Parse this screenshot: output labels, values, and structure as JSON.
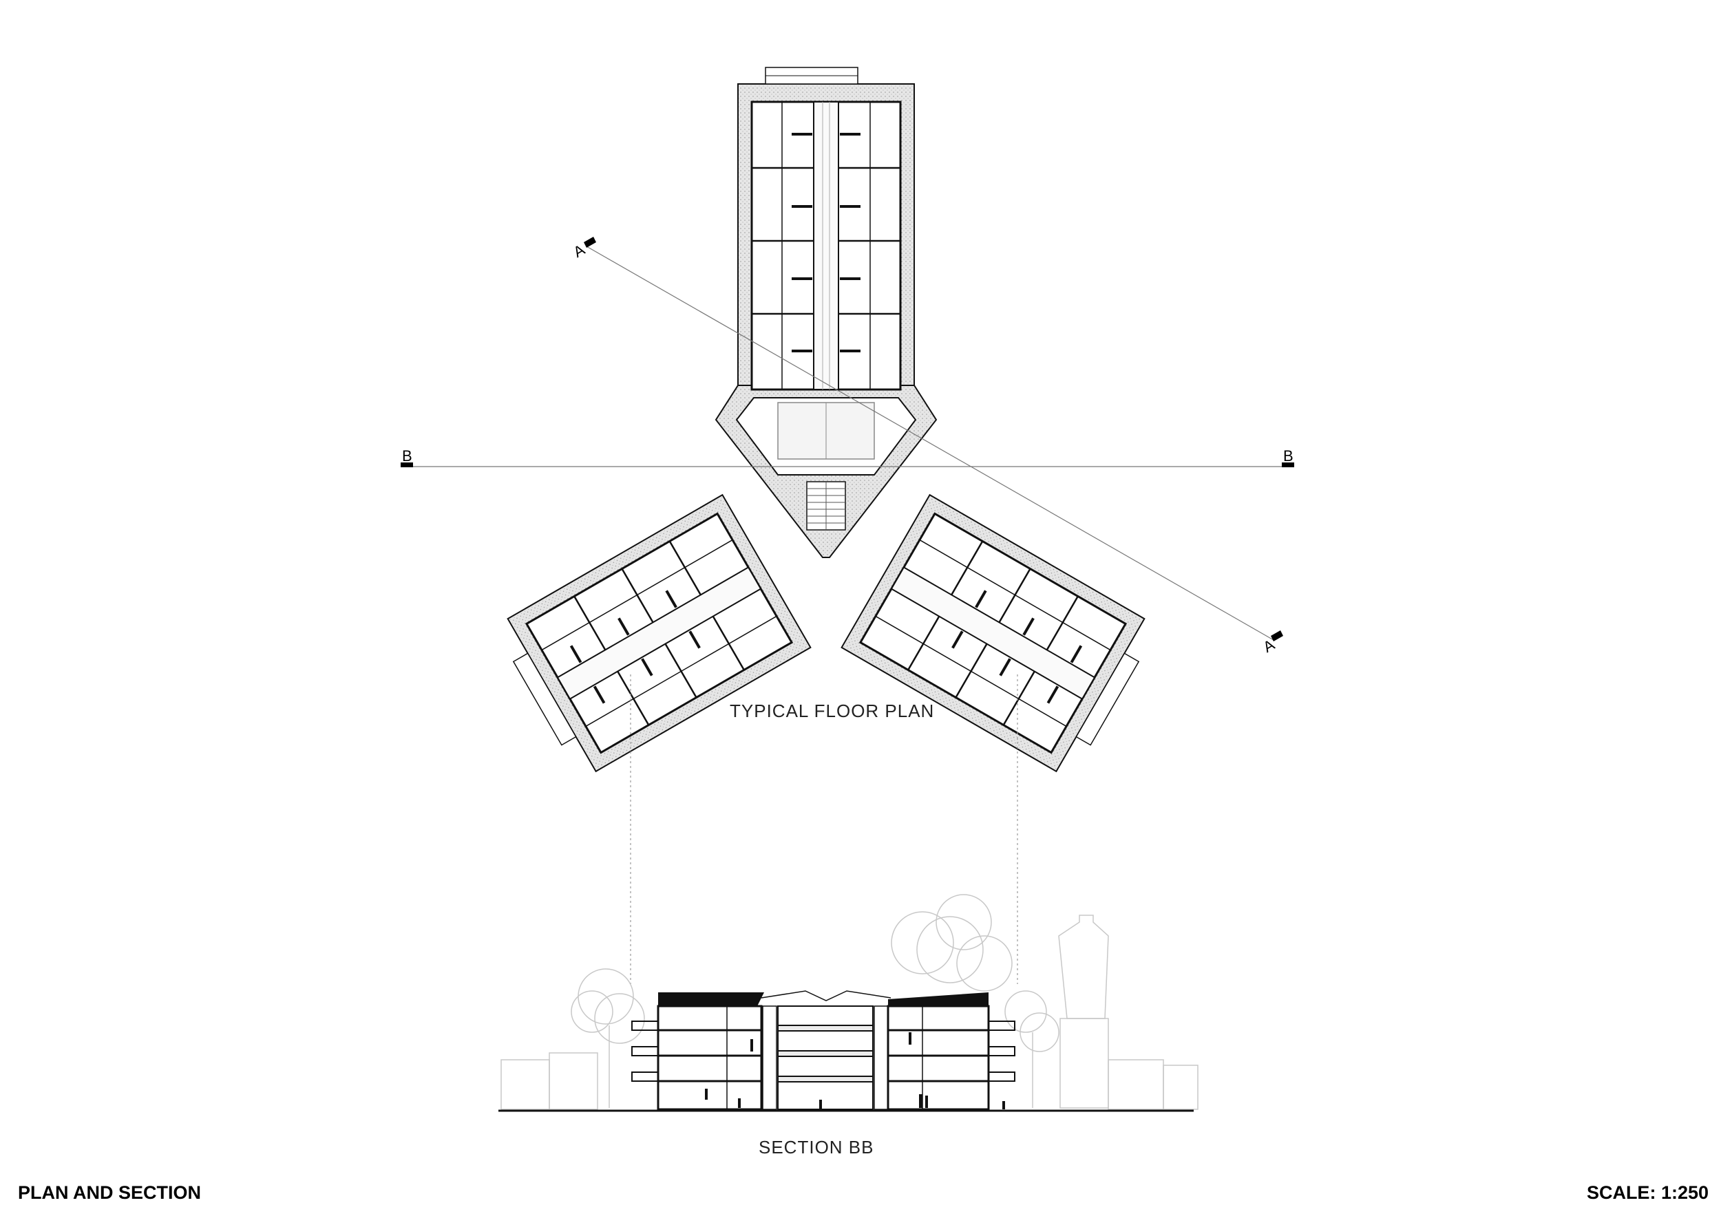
{
  "labels": {
    "plan_title": "TYPICAL FLOOR PLAN",
    "section_title": "SECTION BB",
    "sheet_title": "PLAN AND SECTION",
    "scale": "SCALE: 1:250"
  },
  "markers": {
    "section_b_left": "B",
    "section_b_right": "B",
    "section_a_left": "A",
    "section_a_right": "A"
  },
  "colors": {
    "line": "#111111",
    "hatch": "#dcdcdc",
    "light": "#bbbbbb"
  }
}
